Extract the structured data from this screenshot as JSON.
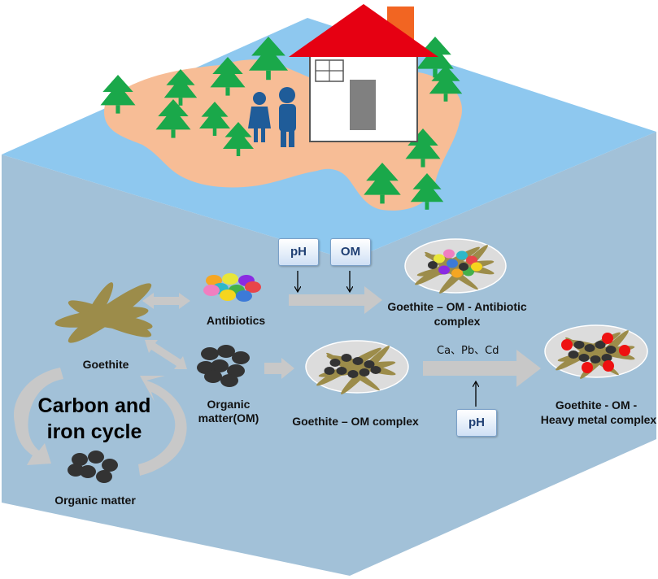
{
  "labels": {
    "antibiotics": "Antibiotics",
    "goethite": "Goethite",
    "organic_matter_om_line1": "Organic",
    "organic_matter_om_line2": "matter(OM)",
    "goethite_om_complex": "Goethite – OM complex",
    "antibiotic_complex_line1": "Goethite – OM - Antibiotic",
    "antibiotic_complex_line2": "complex",
    "heavy_metal_complex_line1": "Goethite - OM -",
    "heavy_metal_complex_line2": "Heavy metal complex",
    "carbon_iron_cycle_line1": "Carbon and",
    "carbon_iron_cycle_line2": "iron cycle",
    "organic_matter_bottom": "Organic matter",
    "heavy_metals": "Ca、Pb、Cd"
  },
  "badges": {
    "ph_top": "pH",
    "om_top": "OM",
    "ph_bottom": "pH"
  },
  "colors": {
    "water_surface": "#8ec8ef",
    "water_volume": "#a2c1d8",
    "island": "#f7bd96",
    "tree": "#1aa84a",
    "roof": "#e60012",
    "chimney": "#f26522",
    "person": "#1f5c99",
    "goethite": "#9c8c4a",
    "organic_matter": "#333333",
    "heavy_metal_ion": "#ee1111",
    "complex_disc": "#dcdcdc",
    "flow_arrow": "#c8c8c8"
  },
  "antibiotic_colors": [
    "#f5a623",
    "#e8e63a",
    "#8a2be2",
    "#2eb8c8",
    "#44b04a",
    "#e8454a",
    "#f07ec0",
    "#f5d51e",
    "#3c7ad8"
  ]
}
